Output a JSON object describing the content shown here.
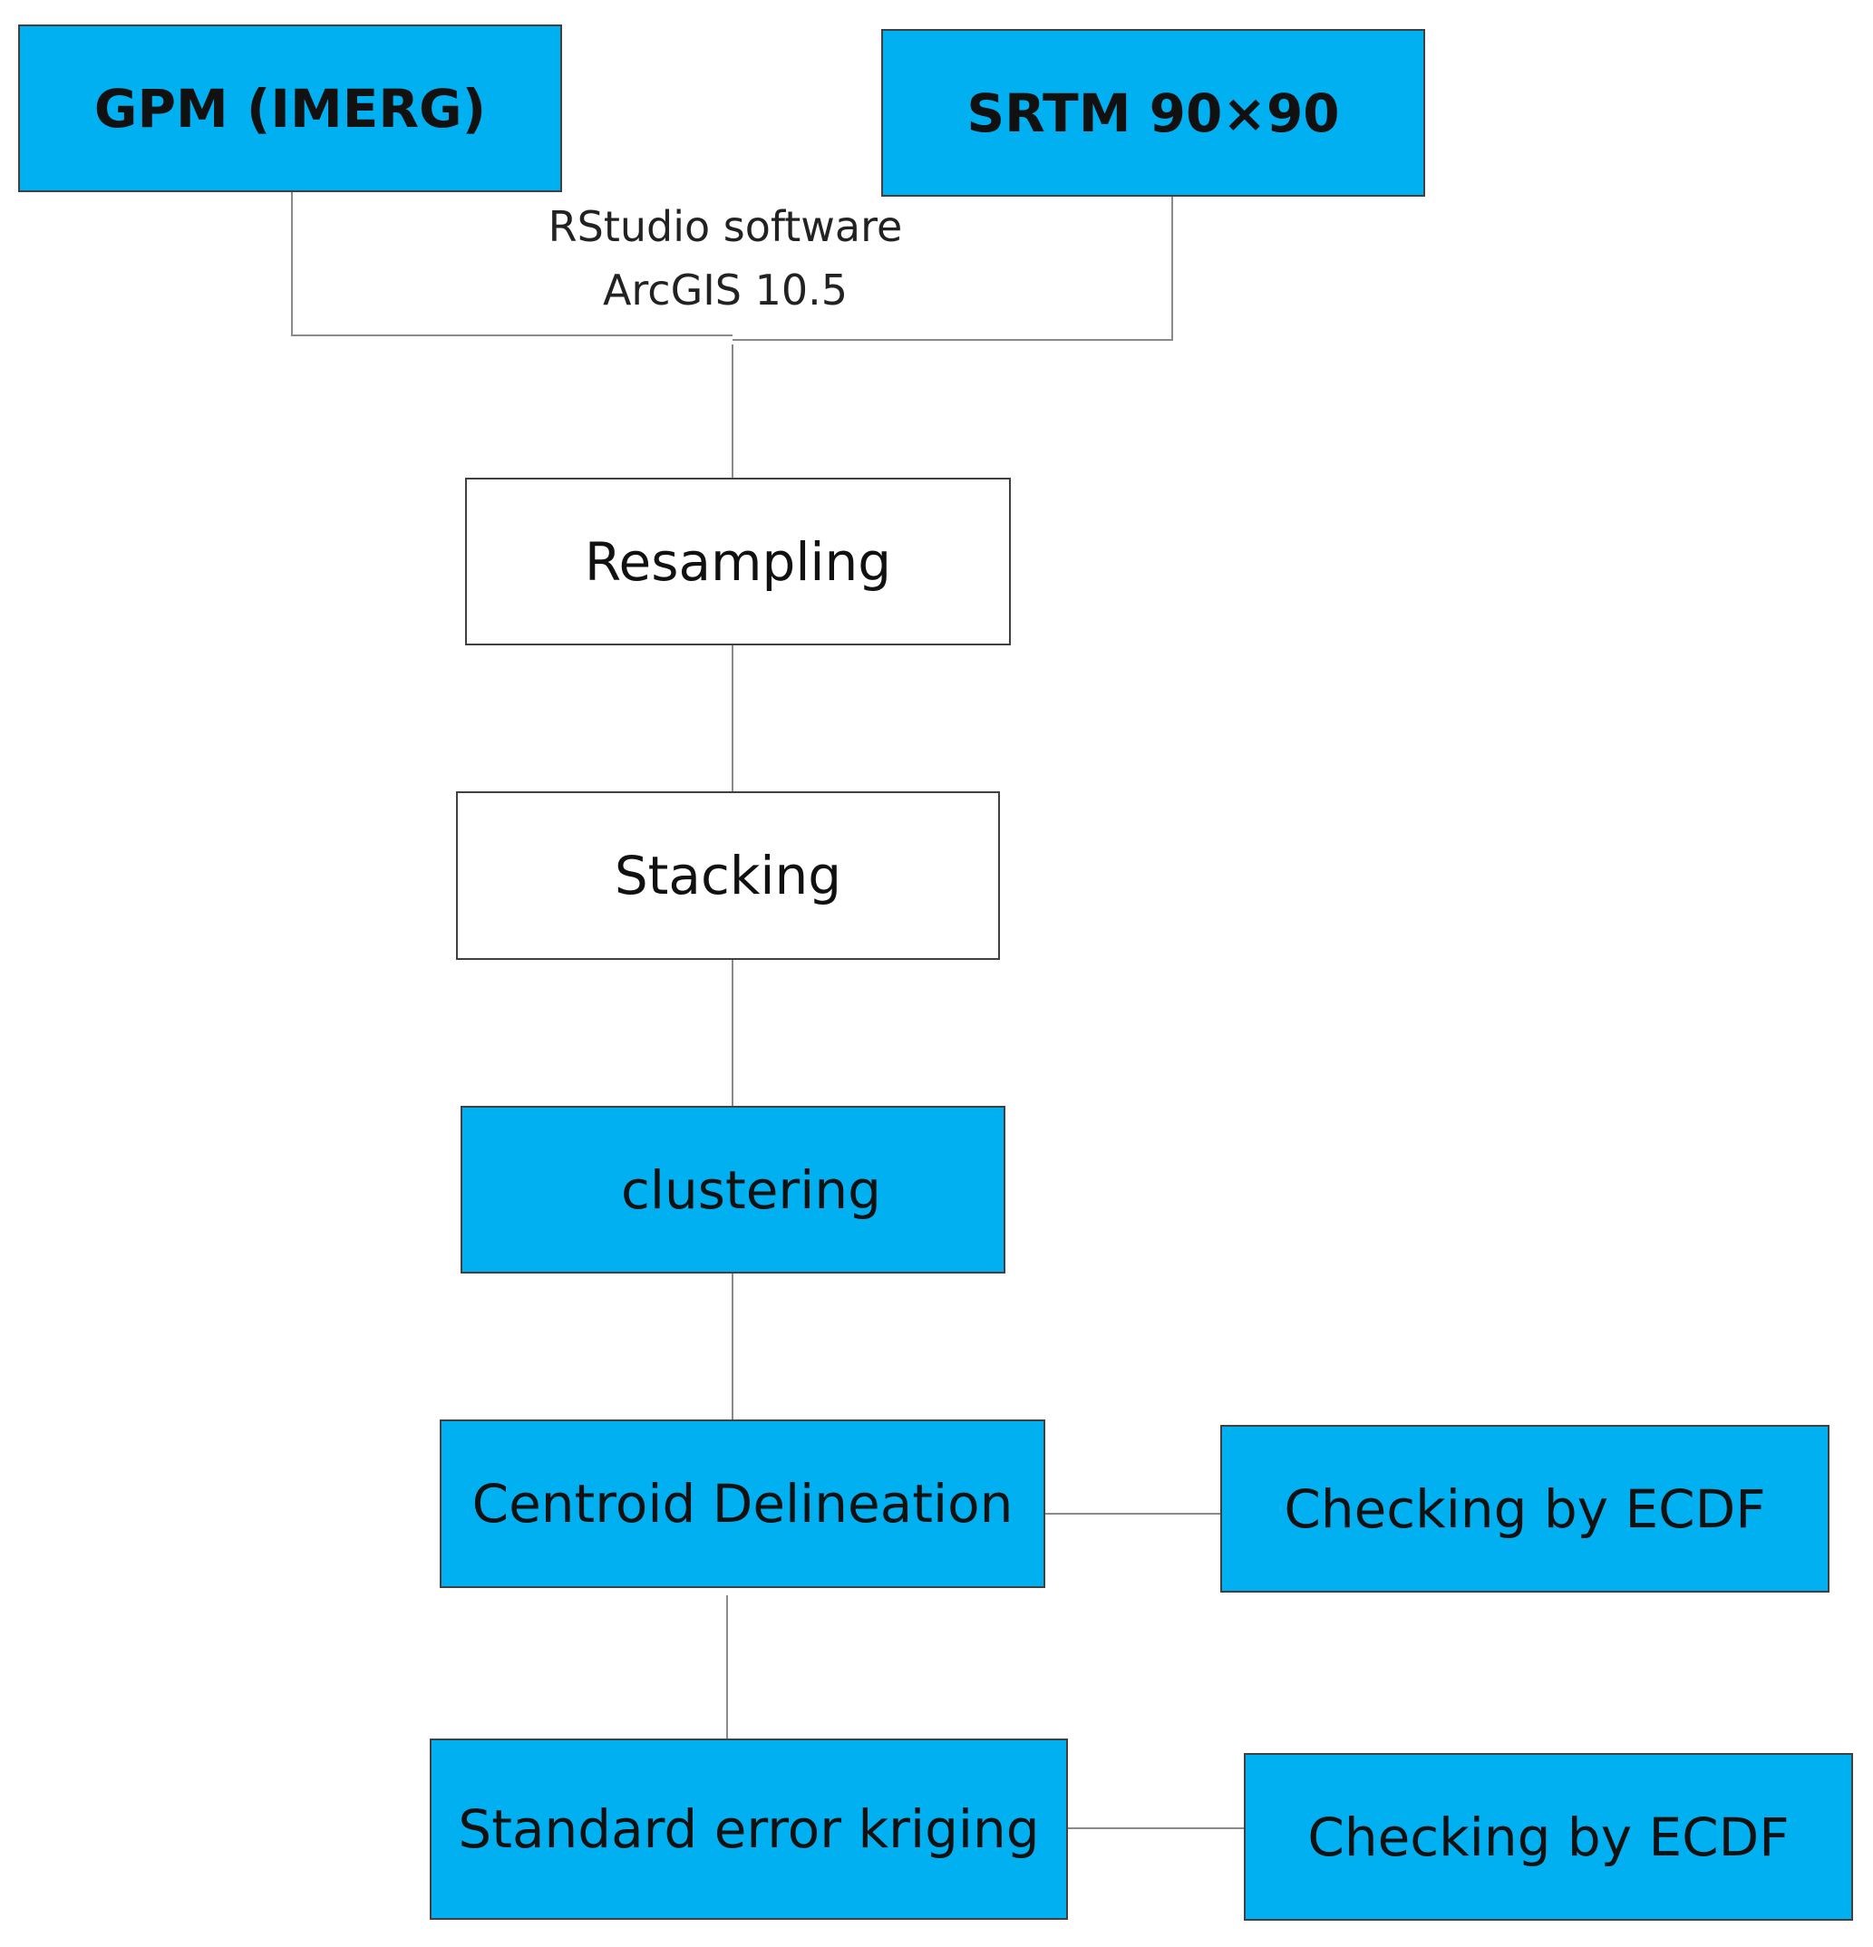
{
  "diagram": {
    "inputs": {
      "gpm": "GPM (IMERG)",
      "srtm": "SRTM 90×90"
    },
    "tools": {
      "line1": "RStudio software",
      "line2": "ArcGIS 10.5"
    },
    "steps": {
      "resampling": "Resampling",
      "stacking": "Stacking",
      "clustering": "clustering",
      "centroid": "Centroid Delineation",
      "kriging": "Standard error kriging"
    },
    "checks": {
      "check1": "Checking by ECDF",
      "check2": "Checking by ECDF"
    },
    "colors": {
      "box_fill": "#00b0f0",
      "line": "#808080"
    }
  }
}
